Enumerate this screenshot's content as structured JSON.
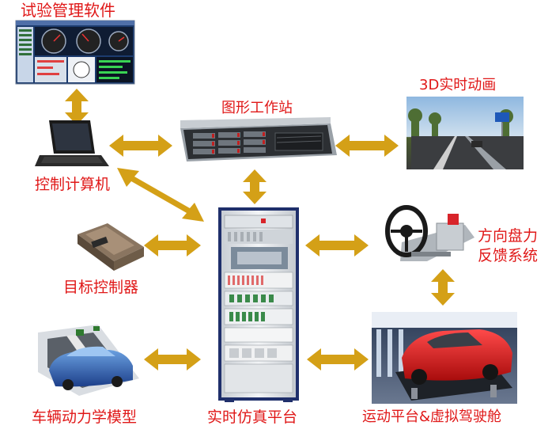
{
  "labels": {
    "test_software": "试验管理软件",
    "workstation": "图形工作站",
    "animation": "3D实时动画",
    "control_computer": "控制计算机",
    "steering_line1": "方向盘力",
    "steering_line2": "反馈系统",
    "target_controller": "目标控制器",
    "vehicle_model": "车辆动力学模型",
    "sim_platform": "实时仿真平台",
    "motion_platform": "运动平台&虚拟驾驶舱"
  },
  "colors": {
    "label": "#e01818",
    "arrow": "#d4a017",
    "rack_body": "#e9ecef",
    "rack_frame": "#1f2f6b"
  }
}
